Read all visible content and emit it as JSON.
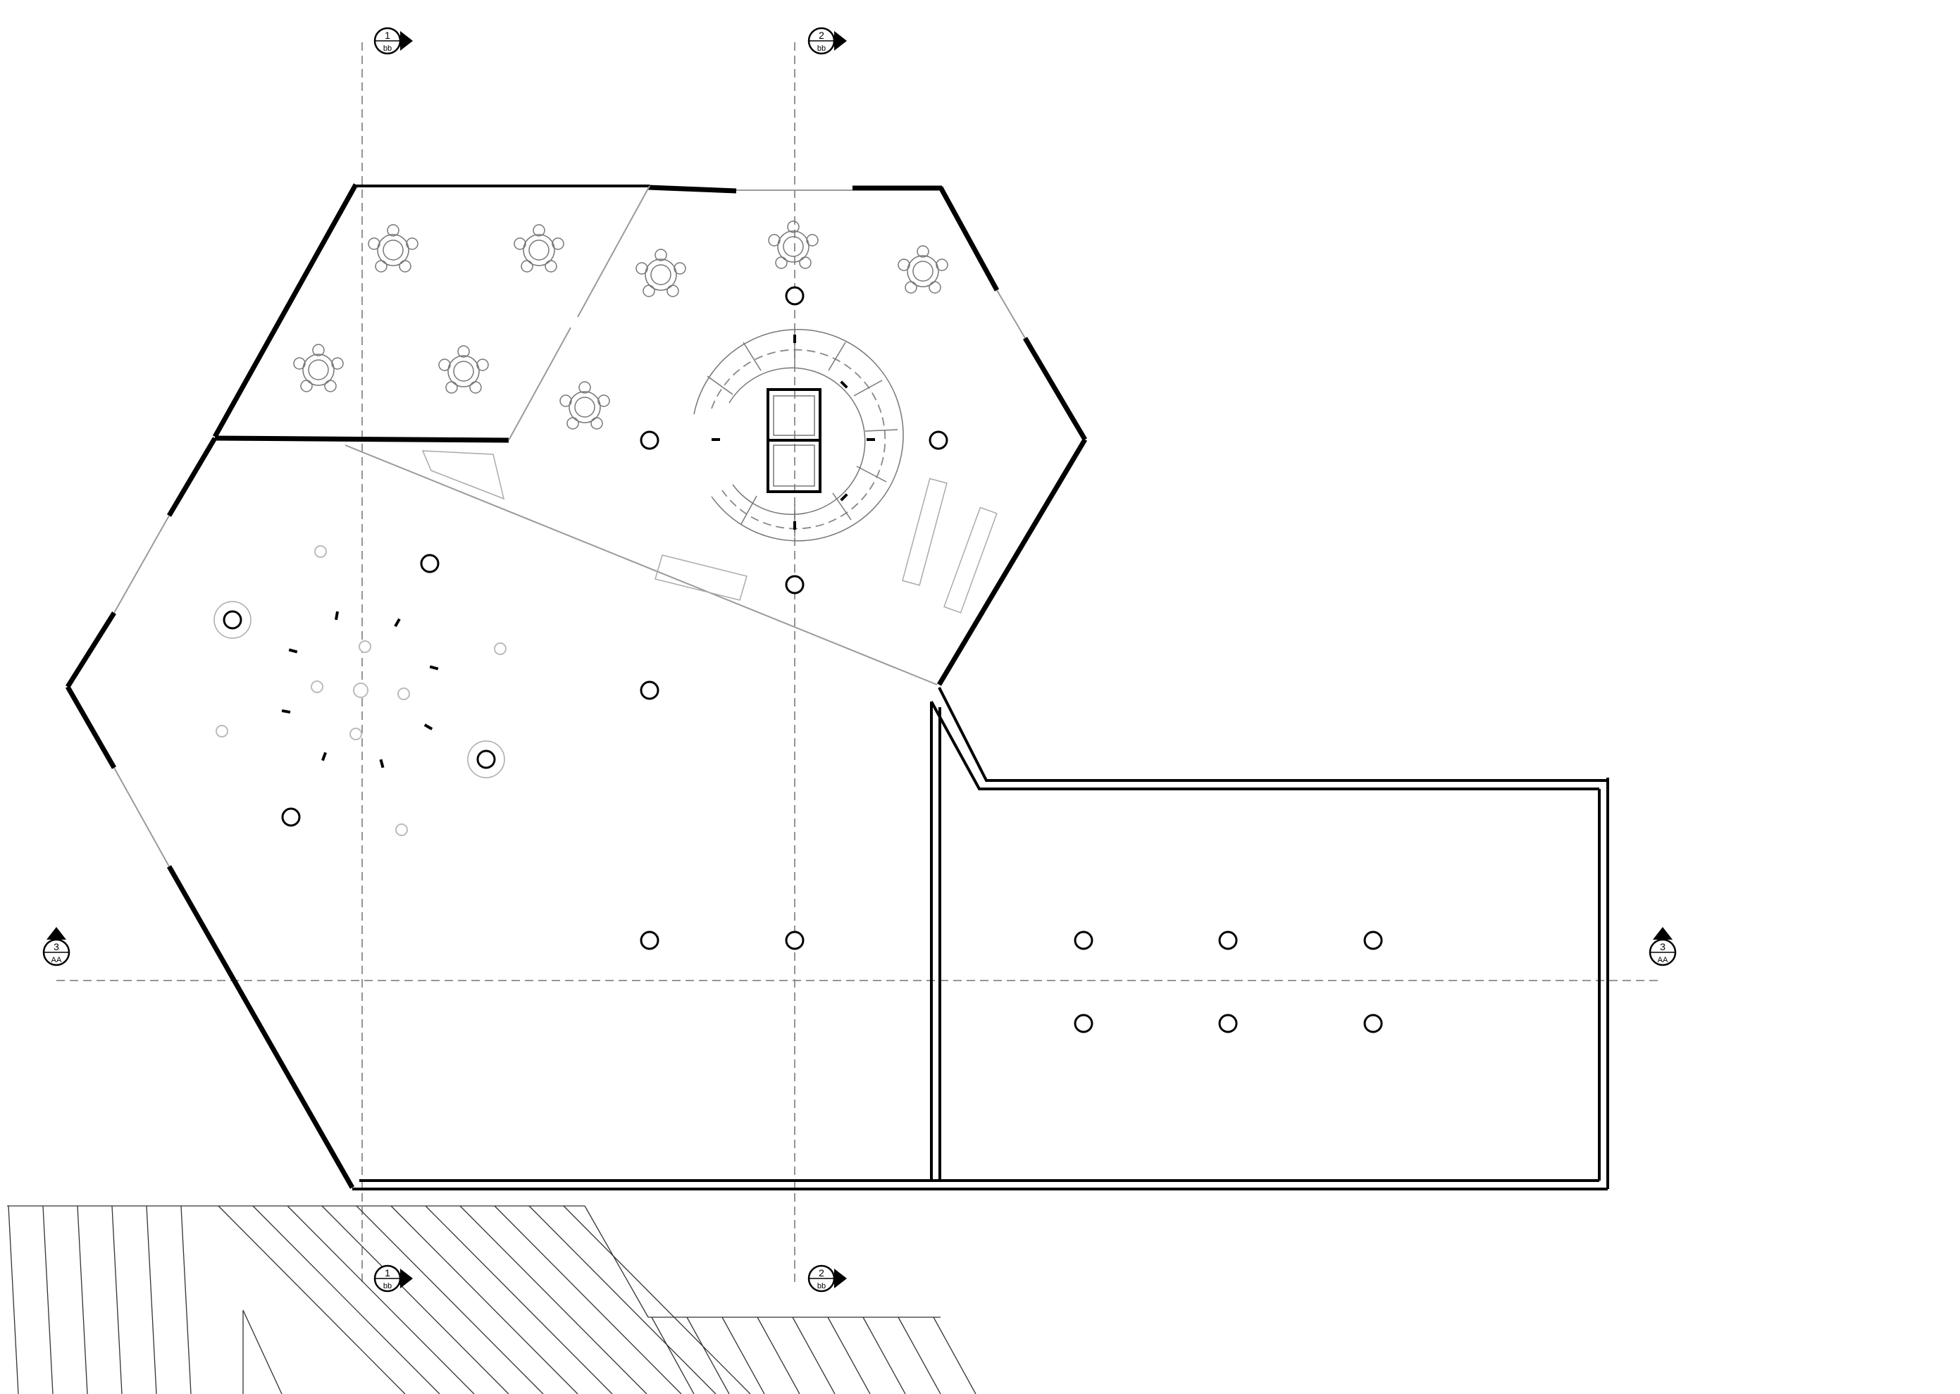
{
  "drawing": {
    "type": "architectural-floor-plan"
  },
  "section_markers": [
    {
      "id": "marker-1bb-top",
      "number": "1",
      "sheet": "bb"
    },
    {
      "id": "marker-2bb-top",
      "number": "2",
      "sheet": "bb"
    },
    {
      "id": "marker-1bb-bottom",
      "number": "1",
      "sheet": "bb"
    },
    {
      "id": "marker-2bb-bottom",
      "number": "2",
      "sheet": "bb"
    },
    {
      "id": "marker-3aa-left",
      "number": "3",
      "sheet": "AA"
    },
    {
      "id": "marker-3aa-right",
      "number": "3",
      "sheet": "AA"
    }
  ],
  "colors": {
    "wall": "#000000",
    "glass": "#9a9a9a",
    "section_line": "#888888",
    "background": "#ffffff"
  }
}
